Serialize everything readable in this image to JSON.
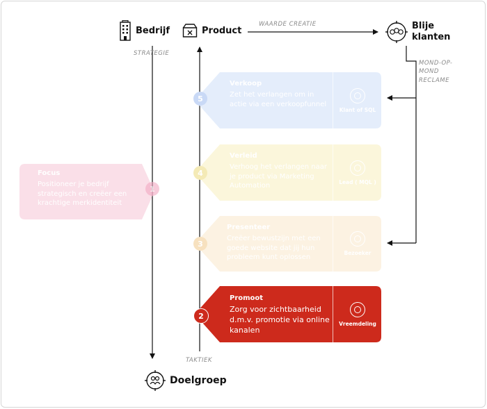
{
  "nodes": {
    "bedrijf": "Bedrijf",
    "product": "Product",
    "blije_klanten_line1": "Blije",
    "blije_klanten_line2": "klanten",
    "doelgroep": "Doelgroep"
  },
  "labels": {
    "waarde_creatie": "WAARDE CREATIE",
    "strategie": "STRATEGIE",
    "mond_line1": "MOND-OP-",
    "mond_line2": "MOND",
    "mond_line3": "RECLAME",
    "taktiek": "TAKTIEK"
  },
  "focus": {
    "title": "Focus",
    "desc": "Positioneer je bedrijf strategisch en creëer een krachtige merkidentiteit",
    "step": "1"
  },
  "cards": [
    {
      "step": "5",
      "title": "Verkoop",
      "desc": "Zet het verlangen om in actie via een verkoopfunnel",
      "badge": "Klant of SQL"
    },
    {
      "step": "4",
      "title": "Verleid",
      "desc": "Verhoog het verlangen naar je product via Marketing Automation",
      "badge": "Lead ( MQL )"
    },
    {
      "step": "3",
      "title": "Presenteer",
      "desc": "Creëer bewustzijn met een goede website dat jij hun probleem kunt oplossen",
      "badge": "Bezoeker"
    },
    {
      "step": "2",
      "title": "Promoot",
      "desc": "Zorg voor zichtbaarheid d.m.v. promotie via online kanalen",
      "badge": "Vreemdeling"
    }
  ],
  "colors": {
    "accent": "#cd2a1c",
    "verkoop_bg": "#e2ecfb",
    "verleid_bg": "#fbf6db",
    "presenteer_bg": "#fcf2e2",
    "focus_bg": "#fbe3ec"
  },
  "icons": {
    "bedrijf": "building-icon",
    "product": "box-icon",
    "blije_klanten": "happy-customers-icon",
    "doelgroep": "target-group-icon"
  }
}
